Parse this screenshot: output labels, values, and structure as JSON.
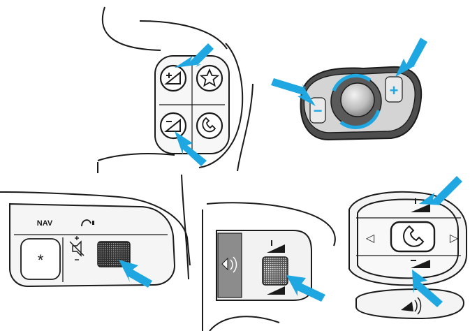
{
  "colors": {
    "line": "#1a1a1a",
    "arrow": "#1ea7e1",
    "rocker_dark": "#5a5a5a",
    "rocker_light": "#d8d8d8",
    "panel_gray": "#8c8c8c",
    "wheel_pad": "#e6e6e6",
    "knurl": "#444444"
  },
  "panels": {
    "top_left": {
      "buttons": [
        {
          "name": "volume-up",
          "icon": "volume-up-icon"
        },
        {
          "name": "favorite",
          "icon": "star-icon"
        },
        {
          "name": "volume-down",
          "icon": "volume-down-icon"
        },
        {
          "name": "phone",
          "icon": "phone-icon"
        }
      ]
    },
    "top_right": {
      "minus_label": "−",
      "plus_label": "+"
    },
    "bottom_left": {
      "nav_label": "NAV",
      "voice_icon": "voice-icon",
      "star_label": "*",
      "mute_icon": "mute-icon",
      "roller": "volume-roller"
    },
    "bottom_middle": {
      "voice_icon": "voice-icon",
      "roller": "volume-roller"
    },
    "bottom_right": {
      "left_label": "◁",
      "right_label": "▷",
      "phone_icon": "phone-icon",
      "voice_icon": "voice-command-icon"
    }
  }
}
